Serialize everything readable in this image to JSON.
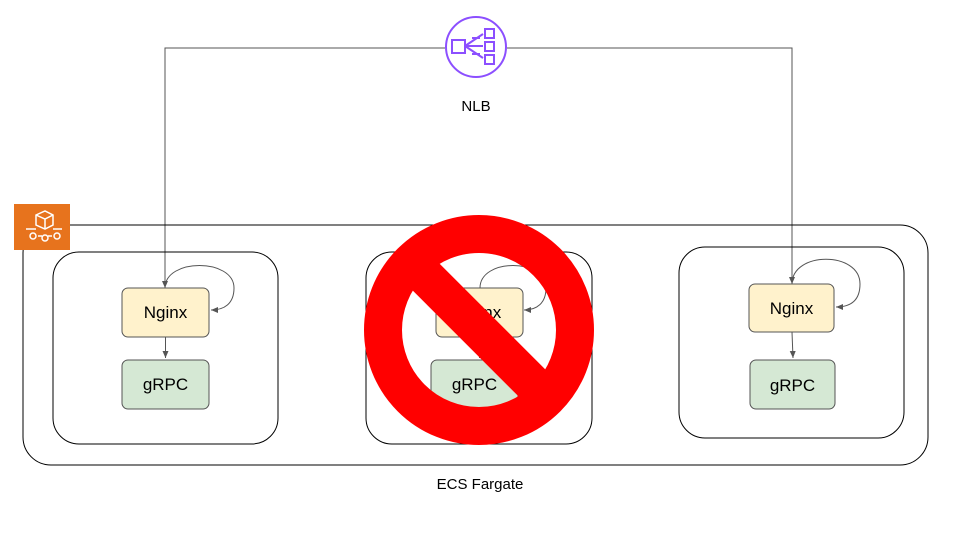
{
  "nlb": {
    "label": "NLB",
    "icon": "network-load-balancer-icon",
    "color": "#8C4FFF"
  },
  "cluster": {
    "label": "ECS Fargate",
    "icon": "fargate-icon",
    "icon_color": "#E7731D"
  },
  "tasks": [
    {
      "nginx_label": "Nginx",
      "grpc_label": "gRPC",
      "disabled": false
    },
    {
      "nginx_label": "Nginx",
      "grpc_label": "gRPC",
      "disabled": true
    },
    {
      "nginx_label": "Nginx",
      "grpc_label": "gRPC",
      "disabled": false
    }
  ],
  "colors": {
    "nginx_fill": "#FFF2CC",
    "grpc_fill": "#D5E8D4",
    "prohibit": "#FF0000"
  }
}
